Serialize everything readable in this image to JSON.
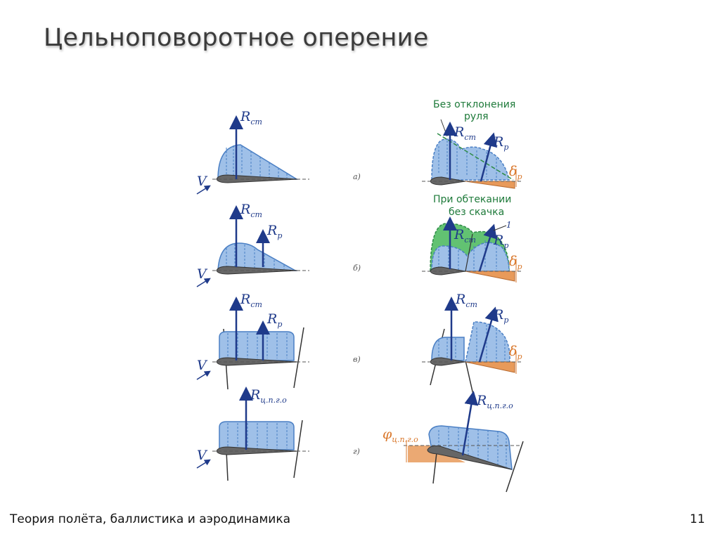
{
  "title": "Цельноповоротное оперение",
  "footer": {
    "course": "Теория полёта, баллистика и аэродинамика",
    "page": "11"
  },
  "figure": {
    "rows": [
      "а)",
      "б)",
      "в)",
      "г)"
    ],
    "velocity": "V",
    "r_main": "R",
    "sub_st": "ст",
    "sub_r": "р",
    "sub_full": "ц.п.г.о",
    "delta": "δ",
    "phi": "φ",
    "note_no_deflection": [
      "Без отклонения",
      "руля"
    ],
    "note_no_shock": [
      "При обтекании",
      "без скачка"
    ],
    "marker_one": "1"
  },
  "colors": {
    "distribution_fill": "#9fc0e8",
    "distribution_stroke": "#4a7fc4",
    "arrow": "#1f3a8a",
    "profile": "#4d4d4d",
    "green": "#62c272",
    "orange": "#e89a5a"
  }
}
